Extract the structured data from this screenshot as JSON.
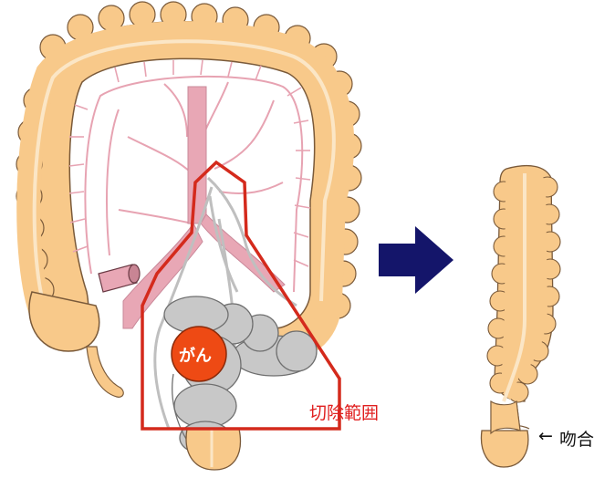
{
  "labels": {
    "tumor": "がん",
    "resection_range": "切除範囲",
    "anastomosis": "吻合",
    "anastomosis_arrow": "←"
  },
  "colors": {
    "colon_fill": "#f8c98a",
    "colon_outline": "#7a5a3a",
    "vessel": "#e7a3b2",
    "artery_main": "#e8a7b5",
    "resection_line": "#d42a1c",
    "tumor_fill": "#ee4a14",
    "organ_gray": "#c8c8c8",
    "arrow_fill": "#14156a"
  },
  "icons": {
    "flow_arrow": "right-arrow-icon"
  }
}
